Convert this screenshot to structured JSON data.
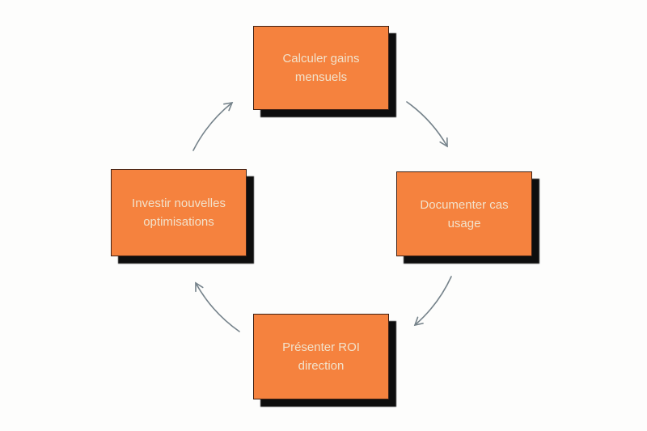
{
  "diagram": {
    "type": "cycle",
    "nodes": [
      {
        "id": "top",
        "label": "Calculer gains mensuels"
      },
      {
        "id": "right",
        "label": "Documenter cas usage"
      },
      {
        "id": "bottom",
        "label": "Présenter ROI direction"
      },
      {
        "id": "left",
        "label": "Investir nouvelles optimisations"
      }
    ],
    "edges": [
      {
        "from": "top",
        "to": "right"
      },
      {
        "from": "right",
        "to": "bottom"
      },
      {
        "from": "bottom",
        "to": "left"
      },
      {
        "from": "left",
        "to": "top"
      }
    ],
    "colors": {
      "background": "#FDFDFC",
      "node_fill": "#F5823E",
      "node_border": "#3F2013",
      "node_text": "#F2E2CB",
      "shadow": "#0E0E0E",
      "arrow": "#76838B"
    }
  }
}
